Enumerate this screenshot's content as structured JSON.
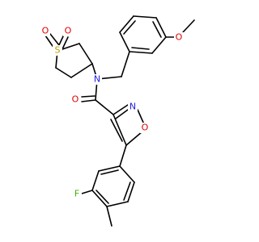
{
  "colors": {
    "carbon_bond": "#000000",
    "oxygen": "#e00000",
    "nitrogen": "#2020e0",
    "sulfur": "#b8a000",
    "fluorine": "#40b000"
  },
  "atoms": {
    "sulfonyl_o1": {
      "label": "O",
      "element": "oxygen"
    },
    "sulfonyl_o2": {
      "label": "O",
      "element": "oxygen"
    },
    "sulfur": {
      "label": "S",
      "element": "sulfur"
    },
    "methoxy_o": {
      "label": "O",
      "element": "oxygen"
    },
    "amide_n": {
      "label": "N",
      "element": "nitrogen"
    },
    "carbonyl_o": {
      "label": "O",
      "element": "oxygen"
    },
    "isoxazole_n": {
      "label": "N",
      "element": "nitrogen"
    },
    "isoxazole_o": {
      "label": "O",
      "element": "oxygen"
    },
    "fluorine": {
      "label": "F",
      "element": "fluorine"
    }
  }
}
